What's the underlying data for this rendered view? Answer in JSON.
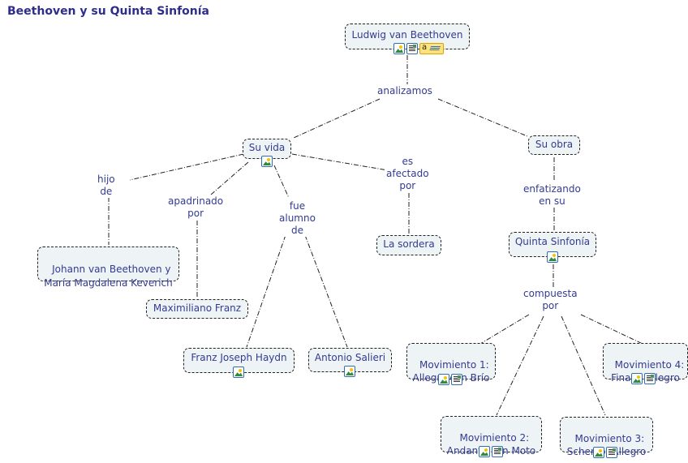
{
  "title": "Beethoven y su Quinta Sinfonía",
  "concepts": {
    "beethoven": {
      "label": "Ludwig van Beethoven",
      "resources": [
        "image-icon",
        "document-icon",
        "note-icon"
      ]
    },
    "su_vida": {
      "label": "Su vida",
      "resources": [
        "image-icon"
      ]
    },
    "su_obra": {
      "label": "Su obra",
      "resources": []
    },
    "padres": {
      "label": "Johann van Beethoven y\nMaría Magdalena Keverich",
      "resources": []
    },
    "maximiliano": {
      "label": "Maximiliano Franz",
      "resources": []
    },
    "haydn": {
      "label": "Franz Joseph Haydn",
      "resources": [
        "image-icon"
      ]
    },
    "salieri": {
      "label": "Antonio Salieri",
      "resources": [
        "image-icon"
      ]
    },
    "sordera": {
      "label": "La sordera",
      "resources": []
    },
    "quinta": {
      "label": "Quinta Sinfonía",
      "resources": [
        "image-icon"
      ]
    },
    "mov1": {
      "label": "Movimiento 1:\nAllegro con Brío",
      "resources": [
        "image-icon",
        "document-icon"
      ]
    },
    "mov2": {
      "label": "Movimiento 2:\nAndante con Moto",
      "resources": [
        "image-icon",
        "document-icon"
      ]
    },
    "mov3": {
      "label": "Movimiento 3:\nScherzo: Allegro",
      "resources": [
        "image-icon",
        "document-icon"
      ]
    },
    "mov4": {
      "label": "Movimiento 4:\nFinale: Allegro",
      "resources": [
        "image-icon",
        "document-icon"
      ]
    }
  },
  "linking_phrases": {
    "analizamos": "analizamos",
    "hijo_de": "hijo\nde",
    "apadrinado_por": "apadrinado\npor",
    "fue_alumno_de": "fue\nalumno\nde",
    "es_afectado_por": "es\nafectado\npor",
    "enfatizando_en_su": "enfatizando\nen su",
    "compuesta_por": "compuesta\npor"
  },
  "note_icon_letter": "a",
  "colors": {
    "text": "#333b8f",
    "title": "#2e2e8a",
    "node_bg": "#eef3f6",
    "icon_border": "#2f6fb0"
  }
}
